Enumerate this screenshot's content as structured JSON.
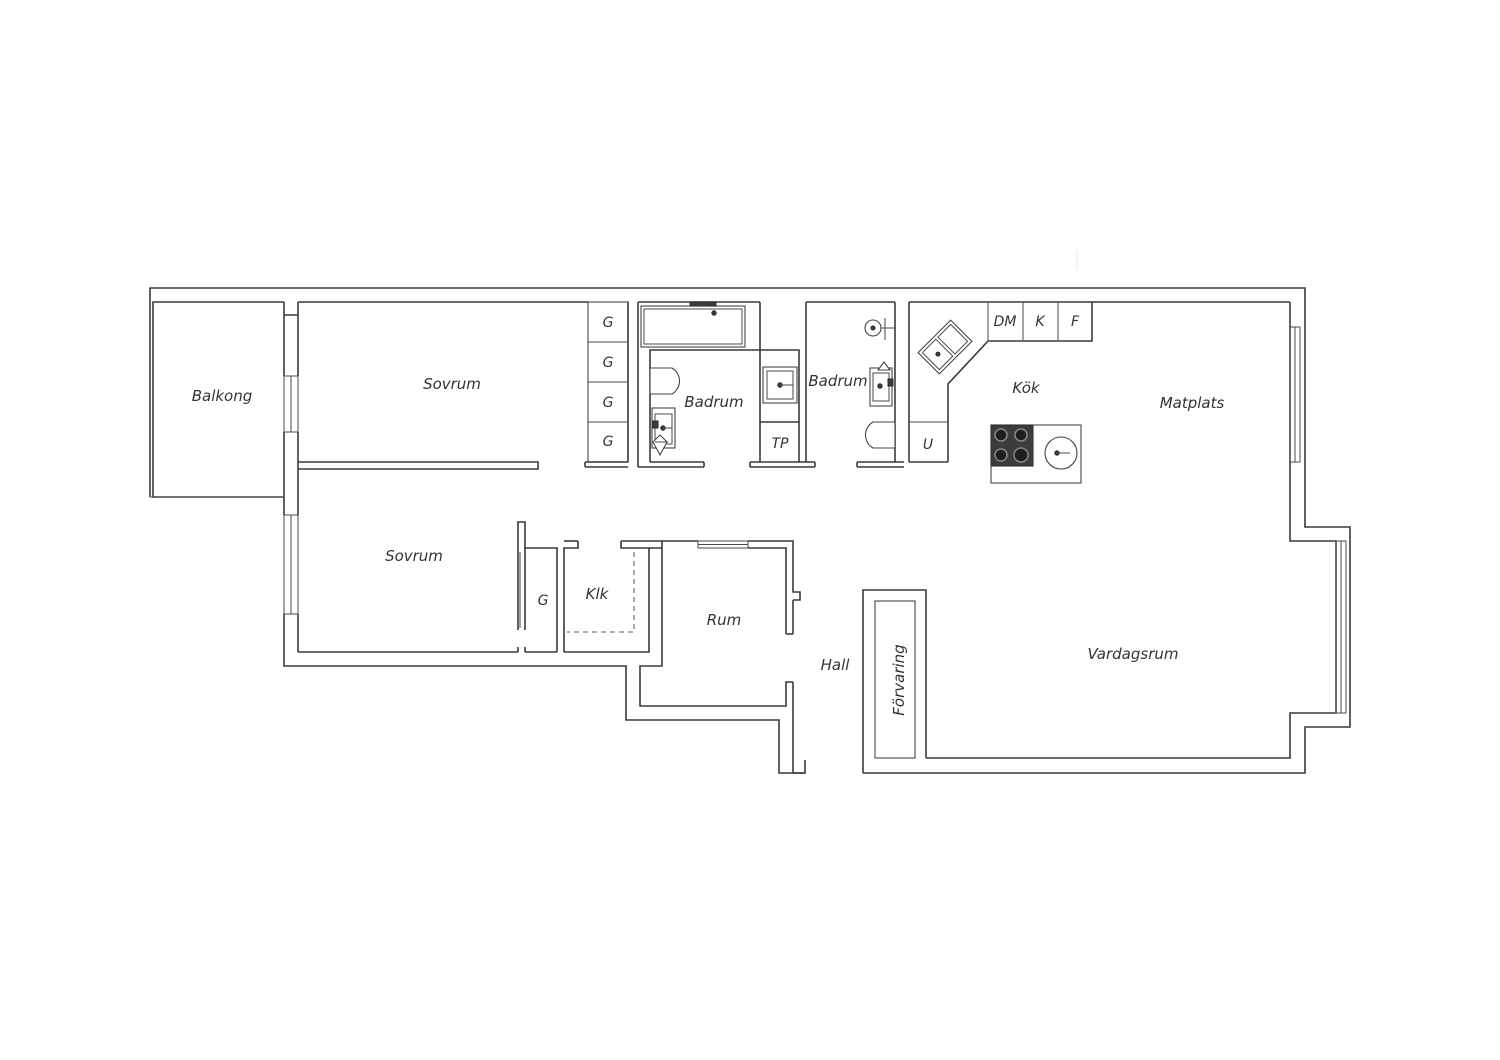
{
  "rooms": {
    "balkong": "Balkong",
    "sovrum_upper": "Sovrum",
    "sovrum_lower": "Sovrum",
    "badrum_left": "Badrum",
    "badrum_right": "Badrum",
    "kok": "Kök",
    "matplats": "Matplats",
    "vardagsrum": "Vardagsrum",
    "rum": "Rum",
    "hall": "Hall",
    "klk": "Klk",
    "forvaring": "Förvaring"
  },
  "fixtures": {
    "garderob": "G",
    "tp": "TP",
    "dm": "DM",
    "k": "K",
    "f": "F",
    "u": "U"
  }
}
